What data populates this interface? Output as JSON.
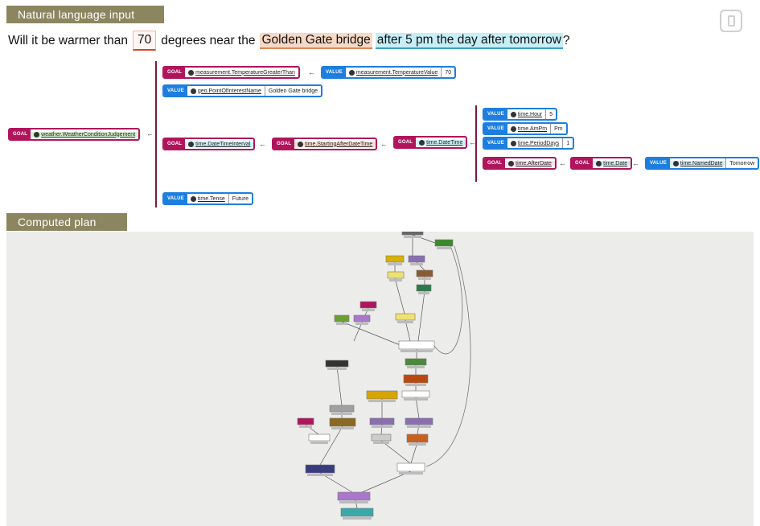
{
  "sections": {
    "natural_language": "Natural language input",
    "computed_plan": "Computed plan"
  },
  "sentence": {
    "part1": "Will it be warmer than",
    "number": "70",
    "part2": "degrees near the",
    "poi": "Golden Gate bridge",
    "time": "after 5 pm the day after tomorrow",
    "end": "?"
  },
  "kinds": {
    "goal": "GOAL",
    "value": "VALUE"
  },
  "nodes": {
    "weather": {
      "name": "weather.WeatherConditionJudgement"
    },
    "temp_greater": {
      "name": "measurement.TemperatureGreaterThan"
    },
    "temp_value": {
      "name": "measurement.TemperatureValue",
      "value": "70"
    },
    "poi": {
      "name": "geo.PointOfInterestName",
      "value": "Golden Gate bridge"
    },
    "dt_interval": {
      "name": "time.DateTimeInterval"
    },
    "starting_after": {
      "name": "time.StartingAfterDateTime"
    },
    "datetime": {
      "name": "time.DateTime"
    },
    "hour": {
      "name": "time.Hour",
      "value": "5"
    },
    "ampm": {
      "name": "time.AmPm",
      "value": "Pm"
    },
    "period_days": {
      "name": "time.PeriodDays",
      "value": "1"
    },
    "after_date": {
      "name": "time.AfterDate"
    },
    "date": {
      "name": "time.Date"
    },
    "named_date": {
      "name": "time.NamedDate",
      "value": "Tomorrow"
    },
    "tense": {
      "name": "time.Tense",
      "value": "Future"
    }
  },
  "colors": {
    "goal": "#b0155c",
    "value": "#1d7ee0",
    "label_bg": "#8c8660",
    "plan_bg": "#ececea"
  },
  "icons": [
    "thermometer-icon",
    "globe-icon",
    "clock-icon",
    "umbrella-icon",
    "device-icon"
  ]
}
